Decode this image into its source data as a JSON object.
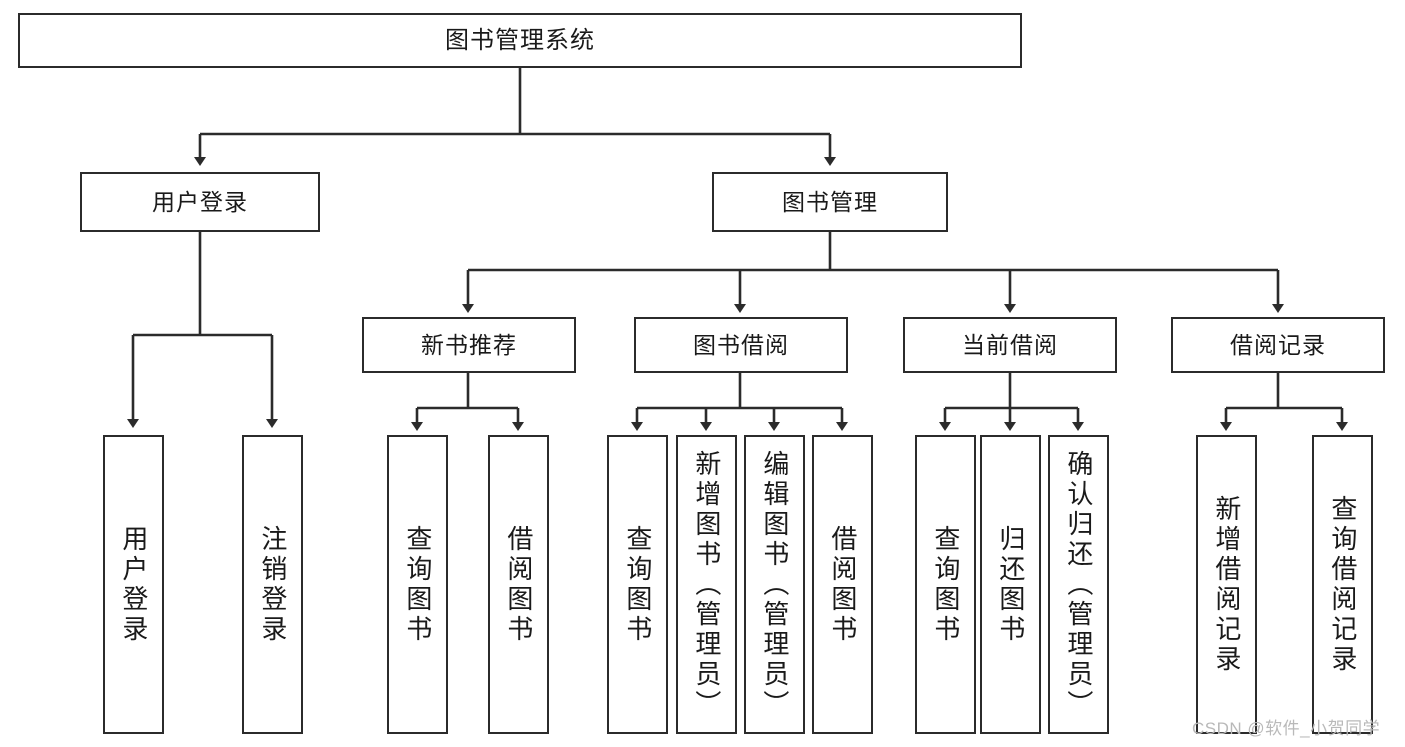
{
  "diagram": {
    "type": "tree",
    "title": "图书管理系统",
    "root": {
      "id": "root",
      "label": "图书管理系统"
    },
    "level1": [
      {
        "id": "user-login",
        "label": "用户登录"
      },
      {
        "id": "book-manage",
        "label": "图书管理"
      }
    ],
    "level2": [
      {
        "id": "new-book-rec",
        "label": "新书推荐"
      },
      {
        "id": "book-borrow",
        "label": "图书借阅"
      },
      {
        "id": "current-borrow",
        "label": "当前借阅"
      },
      {
        "id": "borrow-record",
        "label": "借阅记录"
      }
    ],
    "leaves": {
      "user_login": [
        {
          "id": "leaf-user-login",
          "label": "用户登录"
        },
        {
          "id": "leaf-logout-login",
          "label": "注销登录"
        }
      ],
      "new_book_rec": [
        {
          "id": "leaf-query-book-1",
          "label": "查询图书"
        },
        {
          "id": "leaf-borrow-book-1",
          "label": "借阅图书"
        }
      ],
      "book_borrow": [
        {
          "id": "leaf-query-book-2",
          "label": "查询图书"
        },
        {
          "id": "leaf-add-book",
          "label": "新增图书（管理员）"
        },
        {
          "id": "leaf-edit-book",
          "label": "编辑图书（管理员）"
        },
        {
          "id": "leaf-borrow-book-2",
          "label": "借阅图书"
        }
      ],
      "current_borrow": [
        {
          "id": "leaf-query-book-3",
          "label": "查询图书"
        },
        {
          "id": "leaf-return-book",
          "label": "归还图书"
        },
        {
          "id": "leaf-confirm-return",
          "label": "确认归还（管理员）"
        }
      ],
      "borrow_record": [
        {
          "id": "leaf-add-record",
          "label": "新增借阅记录"
        },
        {
          "id": "leaf-query-record",
          "label": "查询借阅记录"
        }
      ]
    },
    "colors": {
      "stroke": "#2b2b2b",
      "fill": "#ffffff",
      "text": "#1a1a1a",
      "watermark": "#b9b9b9"
    }
  },
  "watermark": {
    "text": "CSDN @软件_小贺同学"
  }
}
